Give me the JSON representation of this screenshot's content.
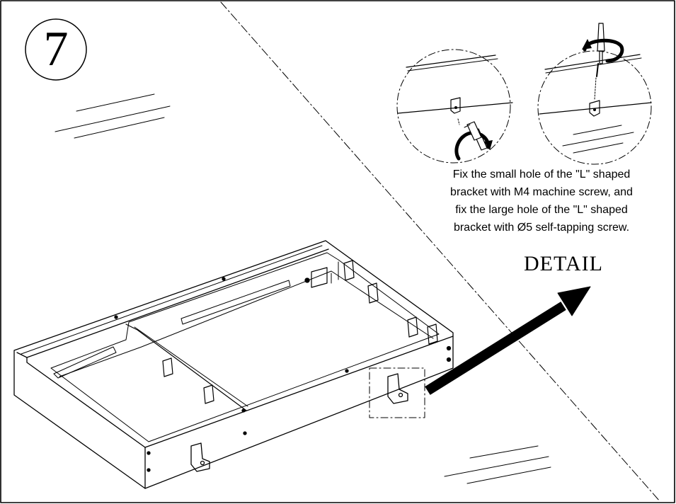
{
  "step": {
    "number": "7"
  },
  "instruction": {
    "lines": [
      "Fix the small hole of the \"L\" shaped",
      "bracket with M4 machine screw, and",
      "fix the large hole of the \"L\" shaped",
      "bracket with Ø5 self-tapping screw."
    ]
  },
  "detail": {
    "label": "DETAIL"
  },
  "colors": {
    "line": "#000000",
    "background": "#ffffff"
  }
}
